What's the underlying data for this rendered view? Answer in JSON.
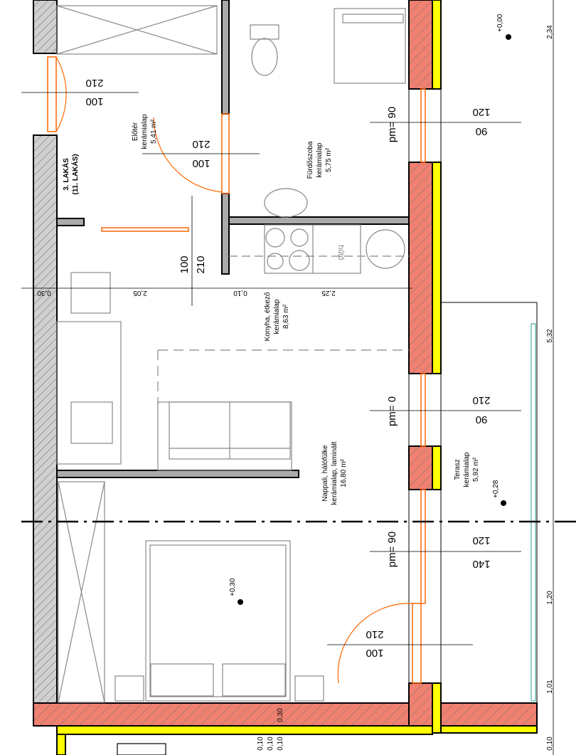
{
  "apartment": {
    "line1": "3. LAKÁS",
    "line2": "(11. LAKÁS)"
  },
  "rooms": [
    {
      "name": "Előtér",
      "floor": "kerámialap",
      "area": "5,41 m²"
    },
    {
      "name": "Fürdőszoba",
      "floor": "kerámialap",
      "area": "5,75 m²"
    },
    {
      "name": "Konyha, étkező",
      "floor": "kerámialap",
      "area": "8,63 m²"
    },
    {
      "name": "Nappali, hálófülke",
      "floor": "kerámialap, laminált",
      "area": "16,80 m²"
    },
    {
      "name": "Terasz",
      "floor": "kerámialap",
      "area": "5,92 m²"
    }
  ],
  "fixtures": {
    "fridge": "hűtő"
  },
  "levels": [
    "+0,00",
    "+0,28",
    "+0,30"
  ],
  "sill_heights": [
    "pm= 90",
    "pm= 0",
    "pm= 90"
  ],
  "openings": [
    {
      "h": "210",
      "w": "100"
    },
    {
      "h": "120",
      "w": "90"
    },
    {
      "h": "210",
      "w": "100"
    },
    {
      "h": "210",
      "w": "90"
    },
    {
      "h": "120",
      "w": "140"
    },
    {
      "h": "210",
      "w": "100"
    },
    {
      "h": "210",
      "w": "100"
    }
  ],
  "dimensions": {
    "horizontal": [
      "0,30",
      "2,05",
      "0,10",
      "2,25"
    ],
    "vertical_right": [
      "2,34",
      "5,32",
      "1,20",
      "1,01",
      "0,10"
    ],
    "bottom": [
      "0,30",
      "0,10",
      "0,10",
      "0,10"
    ]
  },
  "colors": {
    "brick": "#f08070",
    "insulation": "#ffff00",
    "door": "#ff6600",
    "glass": "#2a9d8f",
    "concrete": "#aaaaaa"
  }
}
